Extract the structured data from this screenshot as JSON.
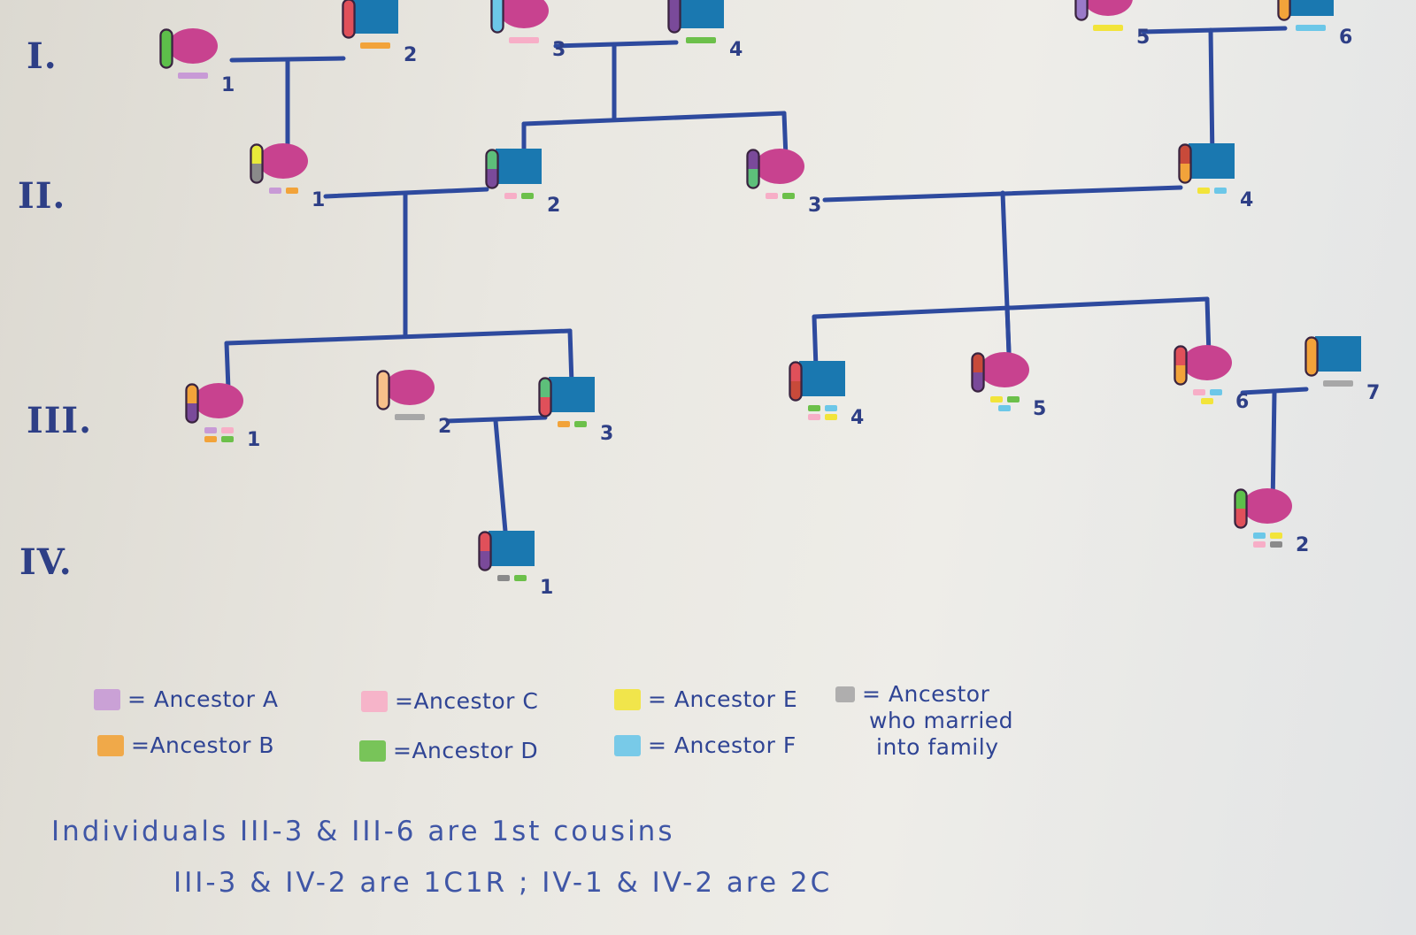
{
  "generations": [
    "I.",
    "II.",
    "III.",
    "IV."
  ],
  "legend": {
    "ancestor_a": {
      "label": "= Ancestor A",
      "color": "#c89ad6"
    },
    "ancestor_b": {
      "label": "=Ancestor B",
      "color": "#f2a33a"
    },
    "ancestor_c": {
      "label": "=Ancestor C",
      "color": "#f7aec7"
    },
    "ancestor_d": {
      "label": "=Ancestor D",
      "color": "#6cc04a"
    },
    "ancestor_e": {
      "label": "= Ancestor E",
      "color": "#f2e43a"
    },
    "ancestor_f": {
      "label": "= Ancestor F",
      "color": "#6cc7e8"
    },
    "married_in": {
      "label_lines": [
        "= Ancestor",
        "who married",
        "into family"
      ],
      "color": "#a7a7a7"
    }
  },
  "notes": {
    "line1": "Individuals III-3 & III-6 are 1st cousins",
    "line2": "III-3 & IV-2 are 1C1R ; IV-1 & IV-2 are 2C"
  },
  "colors": {
    "ink": "#2e4a9e",
    "female": "#c8428f",
    "male": "#1a78b0",
    "chromosome_outline": "#3a2440"
  },
  "individuals": [
    {
      "id": "I-1",
      "num": "1",
      "sex": "female",
      "chromosomes": [
        [
          "#e8ea3a"
        ],
        [
          "#5dbf4a"
        ]
      ],
      "markers": [
        "#c89ad6"
      ]
    },
    {
      "id": "I-2",
      "num": "2",
      "sex": "male",
      "chromosomes": [
        [
          "#8a8a8a"
        ],
        [
          "#e0505a"
        ]
      ],
      "markers": [
        "#f2a33a"
      ]
    },
    {
      "id": "I-3",
      "num": "3",
      "sex": "female",
      "chromosomes": [
        [
          "#f2a33a"
        ],
        [
          "#6cc7e8"
        ]
      ],
      "markers": [
        "#f7aec7"
      ]
    },
    {
      "id": "I-4",
      "num": "4",
      "sex": "male",
      "chromosomes": [
        [
          "#5dbf7a"
        ],
        [
          "#7a4a9a"
        ]
      ],
      "markers": [
        "#6cc04a"
      ]
    },
    {
      "id": "I-5",
      "num": "5",
      "sex": "female",
      "chromosomes": [
        [
          "#f2c43a"
        ],
        [
          "#9a7ac8"
        ]
      ],
      "markers": [
        "#f2e43a"
      ]
    },
    {
      "id": "I-6",
      "num": "6",
      "sex": "male",
      "chromosomes": [
        [
          "#c84a3a"
        ],
        [
          "#f2a33a"
        ]
      ],
      "markers": [
        "#6cc7e8"
      ]
    },
    {
      "id": "II-1",
      "num": "1",
      "sex": "female",
      "chromosomes": [
        [
          "#5dbf4a",
          "#e0505a"
        ],
        [
          "#e8ea3a",
          "#8a8a8a"
        ]
      ],
      "markers": [
        "#c89ad6",
        "#f2a33a"
      ]
    },
    {
      "id": "II-2",
      "num": "2",
      "sex": "male",
      "chromosomes": [
        [
          "#f2a33a"
        ],
        [
          "#5dbf7a",
          "#7a4a9a"
        ]
      ],
      "markers": [
        "#f7aec7",
        "#6cc04a"
      ]
    },
    {
      "id": "II-3",
      "num": "3",
      "sex": "female",
      "chromosomes": [
        [
          "#6cc7e8",
          "#f2a33a"
        ],
        [
          "#7a4a9a",
          "#5dbf7a"
        ]
      ],
      "markers": [
        "#f7aec7",
        "#6cc04a"
      ]
    },
    {
      "id": "II-4",
      "num": "4",
      "sex": "male",
      "chromosomes": [
        [
          "#f2c43a",
          "#9a7ac8"
        ],
        [
          "#c84a3a",
          "#f2a33a"
        ]
      ],
      "markers": [
        "#f2e43a",
        "#6cc7e8"
      ]
    },
    {
      "id": "III-1",
      "num": "1",
      "sex": "female",
      "chromosomes": [
        [
          "#e0505a",
          "#5dbf4a"
        ],
        [
          "#f2a33a",
          "#7a4a9a"
        ]
      ],
      "markers": [
        "#c89ad6",
        "#f7aec7",
        "#f2a33a",
        "#6cc04a"
      ]
    },
    {
      "id": "III-2",
      "num": "2",
      "sex": "female",
      "chromosomes": [
        [
          "#f2a33a"
        ],
        [
          "#f7c08a"
        ]
      ],
      "markers": [
        "#a7a7a7"
      ]
    },
    {
      "id": "III-3",
      "num": "3",
      "sex": "male",
      "chromosomes": [
        [
          "#e0505a",
          "#7a4a9a"
        ],
        [
          "#5dbf7a",
          "#e0505a"
        ]
      ],
      "markers": [
        "#f2a33a",
        "#6cc04a"
      ]
    },
    {
      "id": "III-4",
      "num": "4",
      "sex": "male",
      "chromosomes": [
        [
          "#6cc7e8",
          "#7a4a9a"
        ],
        [
          "#e0505a",
          "#c84a3a"
        ]
      ],
      "markers": [
        "#6cc04a",
        "#6cc7e8",
        "#f7aec7",
        "#f2e43a"
      ]
    },
    {
      "id": "III-5",
      "num": "5",
      "sex": "female",
      "chromosomes": [
        [
          "#f2c43a",
          "#e0505a"
        ],
        [
          "#c84a3a",
          "#7a4a9a"
        ]
      ],
      "markers": [
        "#f2e43a",
        "#6cc04a",
        "#6cc7e8"
      ]
    },
    {
      "id": "III-6",
      "num": "6",
      "sex": "female",
      "chromosomes": [
        [
          "#6cc7e8",
          "#f2c43a"
        ],
        [
          "#e0505a",
          "#f2a33a"
        ]
      ],
      "markers": [
        "#f7aec7",
        "#6cc7e8",
        "#f2e43a"
      ]
    },
    {
      "id": "III-7",
      "num": "7",
      "sex": "male",
      "chromosomes": [
        [
          "#5dbf4a"
        ],
        [
          "#f2a33a"
        ]
      ],
      "markers": [
        "#a7a7a7"
      ]
    },
    {
      "id": "IV-1",
      "num": "1",
      "sex": "male",
      "chromosomes": [
        [
          "#f2a33a",
          "#f2c43a"
        ],
        [
          "#e0505a",
          "#7a4a9a"
        ]
      ],
      "markers": [
        "#8a8a8a",
        "#6cc04a"
      ]
    },
    {
      "id": "IV-2",
      "num": "2",
      "sex": "female",
      "chromosomes": [
        [
          "#6cc7e8",
          "#e0505a"
        ],
        [
          "#5dbf4a",
          "#e0505a"
        ]
      ],
      "markers": [
        "#6cc7e8",
        "#f2e43a",
        "#f7aec7",
        "#8a8a8a"
      ]
    }
  ]
}
